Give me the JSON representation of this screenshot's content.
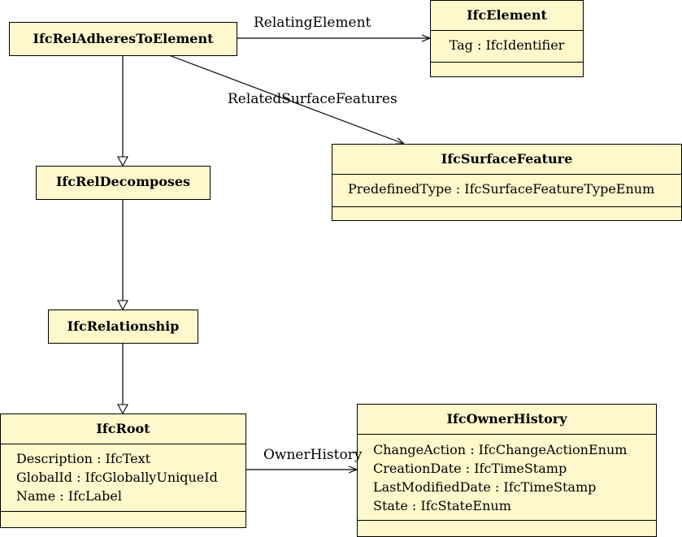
{
  "classes": {
    "rel_adheres": {
      "name": "IfcRelAdheresToElement"
    },
    "element": {
      "name": "IfcElement",
      "attributes": [
        "Tag : IfcIdentifier"
      ]
    },
    "surface_feature": {
      "name": "IfcSurfaceFeature",
      "attributes": [
        "PredefinedType : IfcSurfaceFeatureTypeEnum"
      ]
    },
    "rel_decomposes": {
      "name": "IfcRelDecomposes"
    },
    "relationship": {
      "name": "IfcRelationship"
    },
    "root": {
      "name": "IfcRoot",
      "attributes": [
        "Description : IfcText",
        "GlobalId : IfcGloballyUniqueId",
        "Name : IfcLabel"
      ]
    },
    "owner_history": {
      "name": "IfcOwnerHistory",
      "attributes": [
        "ChangeAction : IfcChangeActionEnum",
        "CreationDate : IfcTimeStamp",
        "LastModifiedDate : IfcTimeStamp",
        "State : IfcStateEnum"
      ]
    }
  },
  "associations": {
    "relating_element": "RelatingElement",
    "related_surface_features": "RelatedSurfaceFeatures",
    "owner_history": "OwnerHistory"
  }
}
